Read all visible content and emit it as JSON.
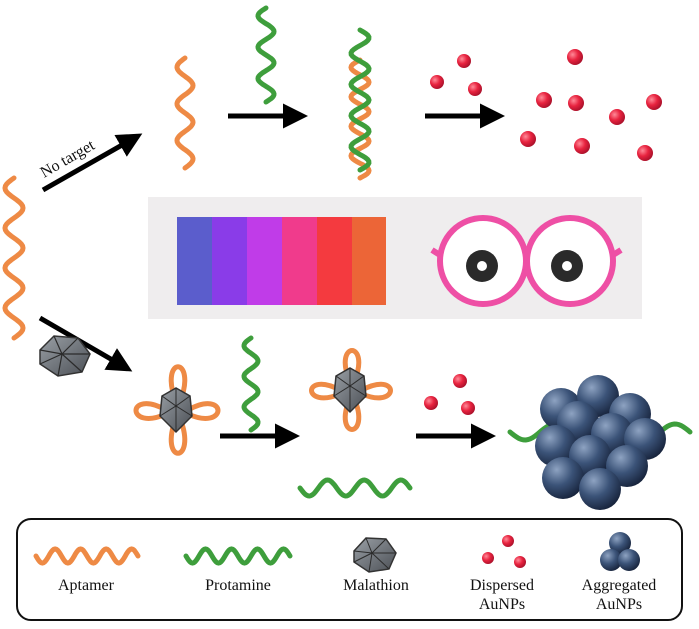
{
  "labels": {
    "no_target": "No target"
  },
  "legend": {
    "aptamer": "Aptamer",
    "protamine": "Protamine",
    "malathion": "Malathion",
    "dispersed_line1": "Dispersed",
    "dispersed_line2": "AuNPs",
    "aggregated_line1": "Aggregated",
    "aggregated_line2": "AuNPs"
  },
  "colors": {
    "aptamer": "#ee8a45",
    "protamine": "#3e9e3c",
    "dispersed_aunp": "#e8233f",
    "aggregated_aunp": "#2f4565",
    "malathion": "#6a6e74",
    "panel_bg": "#efedee",
    "glasses": "#ee4fa5",
    "swatches": [
      "#5b5dcc",
      "#8a3ce8",
      "#c03ce8",
      "#f03b8c",
      "#f43a3f",
      "#ec6537"
    ]
  },
  "icons": {
    "observer": "eyeglasses-icon",
    "target": "malathion-icosahedron-icon"
  }
}
